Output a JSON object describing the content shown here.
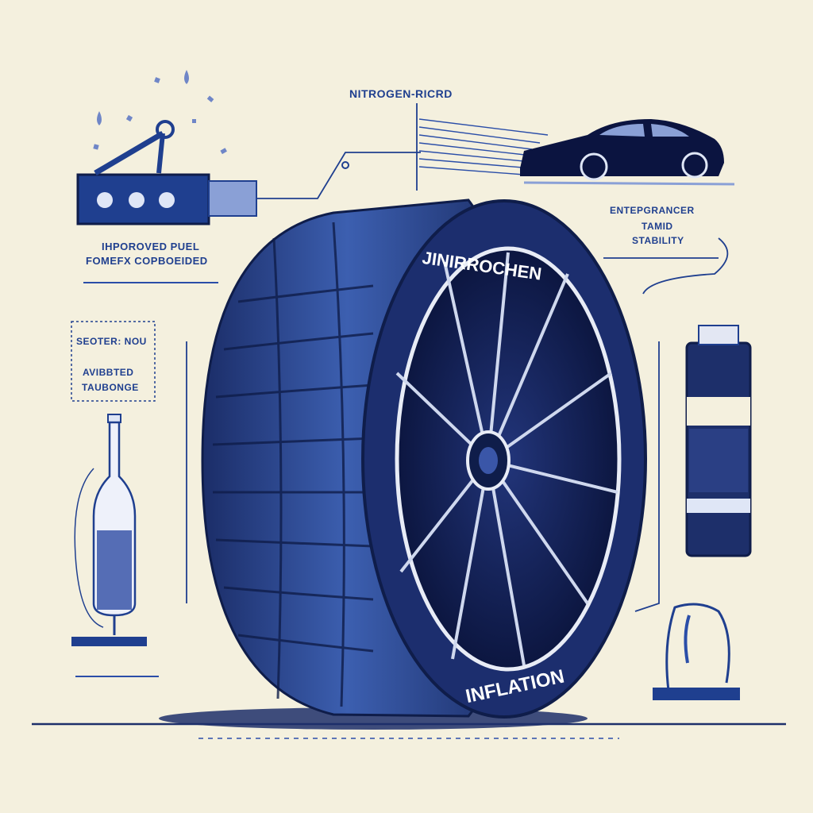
{
  "labels": {
    "top": "NITROGEN-RICRD",
    "fuel_line1": "IHPOROVED PUEL",
    "fuel_line2": "FOMEFX COPBOEIDED",
    "stability_line1": "ENTEPGRANCER",
    "stability_line2": "TAMID",
    "stability_line3": "STABILITY",
    "left_box_line1": "SEOTER: NOU",
    "left_box_line2": "AVIBBTED",
    "left_box_line3": "TAUBONGE",
    "tire_top": "JINIRROCHEN",
    "tire_bottom": "INFLATION"
  },
  "colors": {
    "background": "#f4f0de",
    "tire": "#243a7a",
    "tire_dark": "#0f1d4a",
    "accent": "#2b4ea8",
    "car": "#0b1440"
  }
}
